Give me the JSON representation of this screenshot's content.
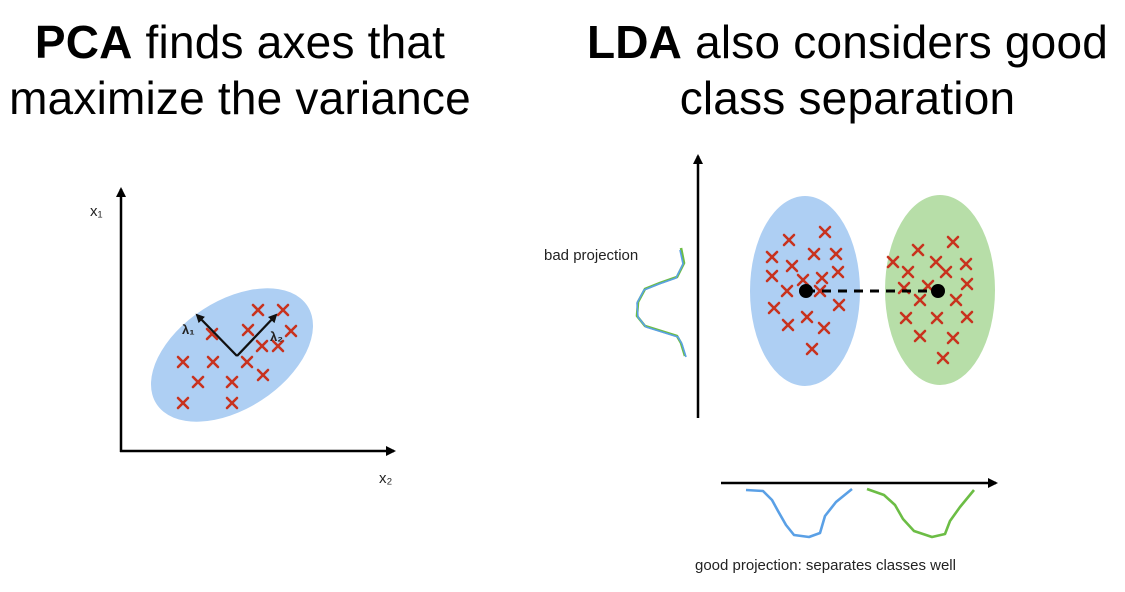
{
  "pca": {
    "title_bold": "PCA",
    "title_line1_rest": " finds axes that",
    "title_line2": "maximize the variance",
    "axis_y_label": "x₁",
    "axis_x_label": "x₂",
    "eigen_label_1": "λ₁",
    "eigen_label_2": "λ₂"
  },
  "lda": {
    "title_bold": "LDA",
    "title_line1_rest": " also considers good",
    "title_line2": "class separation",
    "bad_projection_label": "bad projection",
    "good_projection_label": "good projection: separates classes well"
  },
  "colors": {
    "class_a_fill": "#aecff3",
    "class_b_fill": "#b7dea8",
    "class_a_line": "#5aa0e6",
    "class_b_line": "#6cbd45",
    "marker": "#c8321e"
  }
}
